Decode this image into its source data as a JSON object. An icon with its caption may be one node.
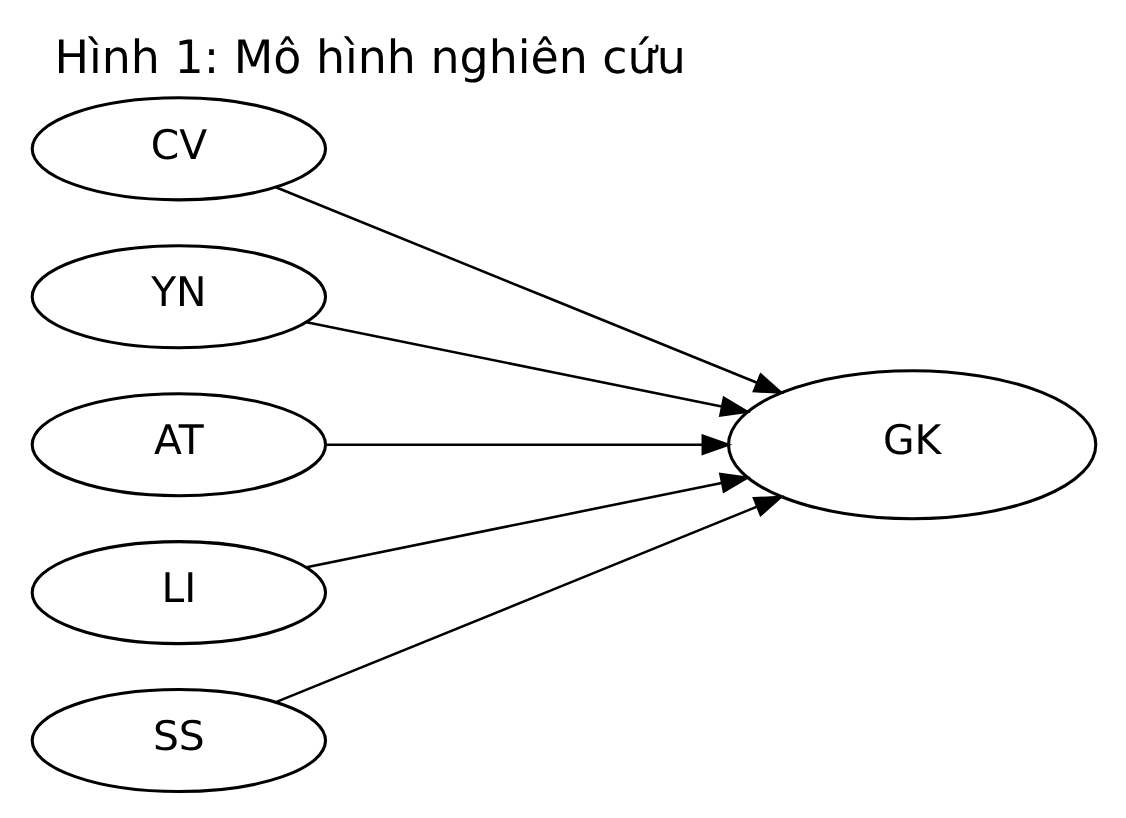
{
  "diagram": {
    "title": "Hình 1: Mô hình nghiên cứu",
    "nodes": [
      {
        "text": [
          "CV"
        ]
      },
      {
        "text": [
          "YN"
        ]
      },
      {
        "text": [
          "AT"
        ]
      },
      {
        "text": [
          "LI"
        ]
      },
      {
        "text": [
          "SS"
        ]
      },
      {
        "text": [
          "GK"
        ]
      }
    ],
    "edges": [
      {
        "from": 0,
        "to": 5,
        "arrow": "to"
      },
      {
        "from": 1,
        "to": 5,
        "arrow": "to"
      },
      {
        "from": 2,
        "to": 5,
        "arrow": "to"
      },
      {
        "from": 3,
        "to": 5,
        "arrow": "to"
      },
      {
        "from": 4,
        "to": 5,
        "arrow": "to"
      }
    ]
  }
}
